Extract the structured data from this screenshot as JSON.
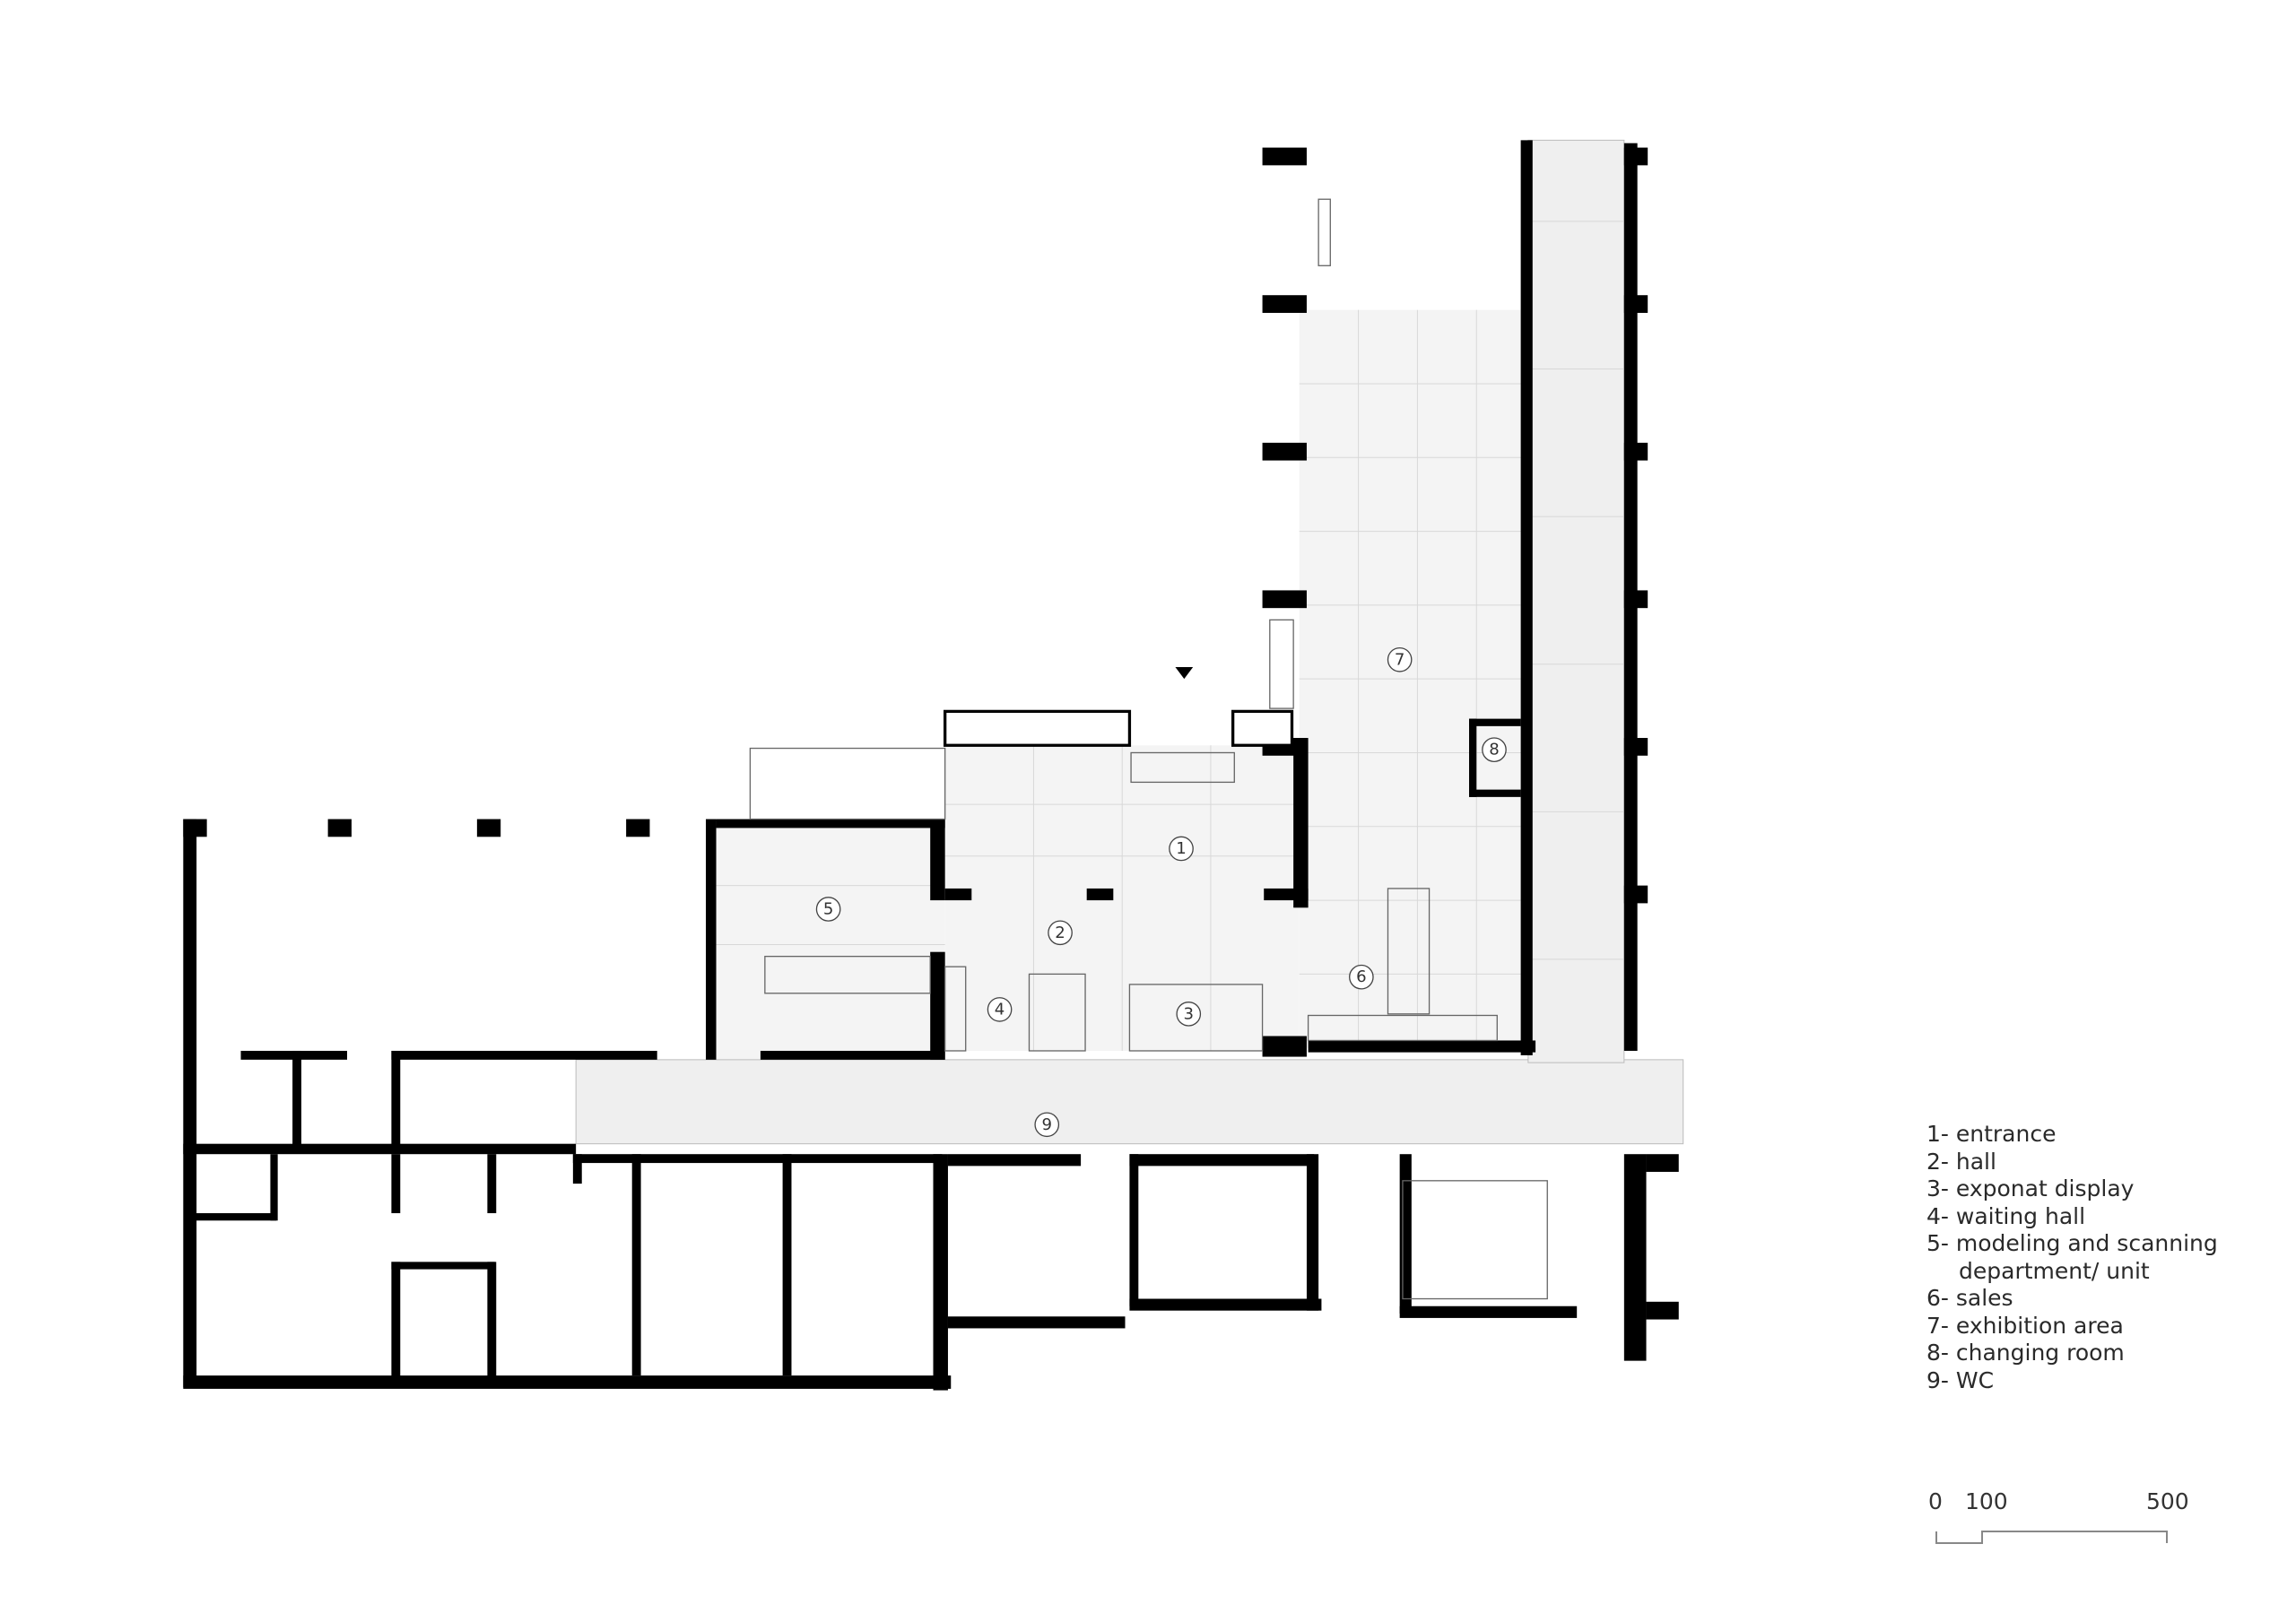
{
  "legend": {
    "items": [
      "1- entrance",
      "2- hall",
      "3- exponat display",
      "4- waiting hall",
      "5- modeling and scanning",
      "department/ unit",
      "6- sales",
      "7- exhibition area",
      "8- changing room",
      "9- WC"
    ]
  },
  "scale_bar": {
    "labels": [
      "0",
      "100",
      "500"
    ]
  },
  "rooms": [
    "1",
    "2",
    "3",
    "4",
    "5",
    "6",
    "7",
    "8",
    "9"
  ],
  "colors": {
    "wall": "#000000",
    "floor": "#f4f4f4",
    "text": "#333333"
  }
}
